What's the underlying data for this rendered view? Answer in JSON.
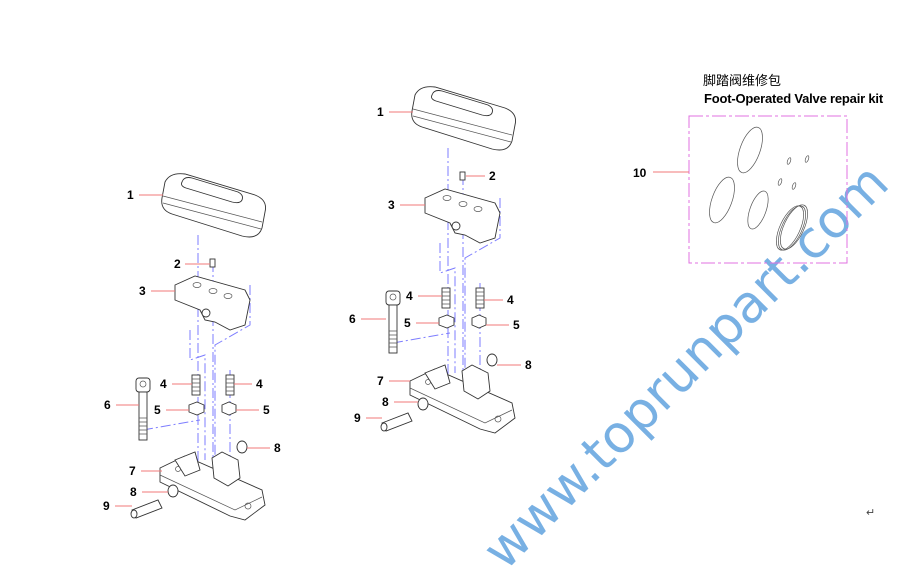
{
  "kit": {
    "title_cn": "脚踏阀维修包",
    "title_en": "Foot-Operated Valve repair kit",
    "label": "10"
  },
  "left_assembly": {
    "labels": [
      "1",
      "2",
      "3",
      "4",
      "4",
      "6",
      "5",
      "5",
      "8",
      "7",
      "8",
      "9"
    ]
  },
  "right_assembly": {
    "labels": [
      "1",
      "2",
      "3",
      "4",
      "4",
      "6",
      "5",
      "5",
      "8",
      "7",
      "8",
      "9"
    ]
  },
  "watermark": "www.toprunpart.com",
  "return_mark": "↵",
  "colors": {
    "leader": "#f07878",
    "centerline": "#7d7dff",
    "kit_border": "#e070e0",
    "watermark": "#6aa8e0"
  }
}
